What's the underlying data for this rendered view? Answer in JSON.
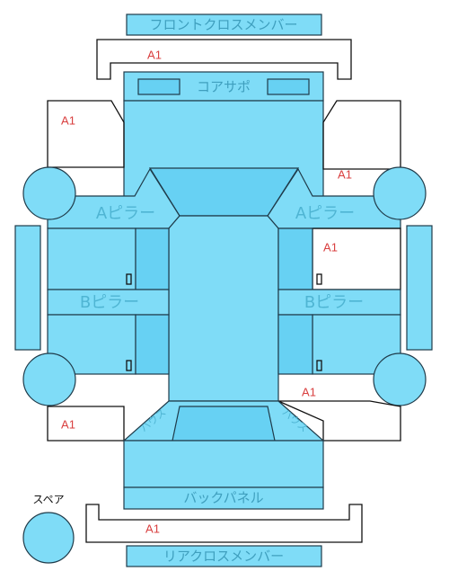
{
  "labels": {
    "front_cross_member": "フロントクロスメンバー",
    "core_support": "コアサポ",
    "a_pillar_left": "Aピラー",
    "a_pillar_right": "Aピラー",
    "b_pillar_left": "Bピラー",
    "b_pillar_right": "Bピラー",
    "back_panel": "バックパネル",
    "rear_cross_member": "リアクロスメンバー",
    "spare": "スペア",
    "rear_left_side": "ハウス",
    "rear_right_side": "ハウス"
  },
  "marks": {
    "front_cross_member": "A1",
    "front_left_fender": "A1",
    "front_right_fender": "A1",
    "right_front_door": "A1",
    "right_rear_quarter": "A1",
    "left_rear_quarter": "A1",
    "rear_cross_member": "A1"
  },
  "colors": {
    "panel": "#7fdcf7",
    "panel_dark": "#67d1f3",
    "damage_mark": "#d94040"
  }
}
